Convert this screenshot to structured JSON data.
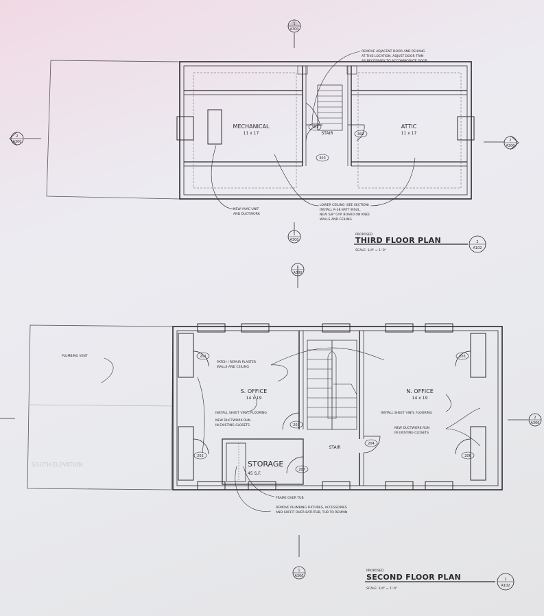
{
  "third_floor": {
    "proposed": "PROPOSED",
    "title": "THIRD FLOOR PLAN",
    "scale": "SCALE: 1/4\" = 1'-0\"",
    "sheet_num": "2",
    "sheet_ref": "A102",
    "rooms": {
      "mechanical": "MECHANICAL",
      "mechanical_dim": "11 x 17",
      "stair": "STAIR",
      "attic": "ATTIC",
      "attic_dim": "11 x 17"
    },
    "doors": [
      "301",
      "302",
      "303"
    ],
    "notes": {
      "remove_door": [
        "REMOVE ADJACENT DOOR AND REHANG",
        "AT THIS LOCATION. ADJUST DOOR TRIM",
        "AS NECESSARY TO ACCOMMODATE DOOR"
      ],
      "hvac": [
        "NEW HVAC UNIT",
        "AND DUCTWORK"
      ],
      "ceiling": [
        "LOWER CEILING (SEE SECTION)",
        "INSTALL R-38 BATT INSUL.",
        "NEW 5/8\" GYP. BOARD ON KNEE",
        "WALLS AND CEILING"
      ]
    }
  },
  "second_floor": {
    "proposed": "PROPOSED",
    "title": "SECOND FLOOR PLAN",
    "scale": "SCALE: 1/4\" = 1'-0\"",
    "sheet_num": "1",
    "sheet_ref": "A102",
    "rooms": {
      "s_office": "S. OFFICE",
      "s_office_dim": "14 x 19",
      "n_office": "N. OFFICE",
      "n_office_dim": "14 x 19",
      "stair": "STAIR",
      "storage": "STORAGE",
      "storage_area": "45 S.F."
    },
    "doors": [
      "201",
      "202",
      "203",
      "204",
      "205",
      "206",
      "207"
    ],
    "notes": {
      "plumbing_vent": "PLUMBING VENT",
      "plaster": [
        "PATCH / REPAIR PLASTER",
        "WALLS AND CEILING"
      ],
      "vinyl_s": "INSTALL SHEET VINYL FLOORING",
      "vinyl_n": "INSTALL SHEET VINYL FLOORING",
      "duct_s": [
        "NEW DUCTWORK RUN",
        "IN EXISTING CLOSETS"
      ],
      "duct_n": [
        "NEW DUCTWORK RUN",
        "IN EXISTING CLOSETS"
      ],
      "frame_tub": "FRAME OVER TUB",
      "plumbing_fixtures": [
        "REMOVE PLUMBING FIXTURES, ACCESSORIES",
        "AND SOFFIT OVER BATHTUB, TUB TO REMAIN"
      ]
    },
    "ghost_text": "SOUTH ELEVATION"
  },
  "markers": {
    "section_num": "1",
    "section_ref": "A300",
    "elev_num": "2",
    "elev_ref": "A300"
  },
  "colors": {
    "ink": "#2a2a2e",
    "paper": "#eceaee",
    "tint": "#f1d9e4"
  }
}
